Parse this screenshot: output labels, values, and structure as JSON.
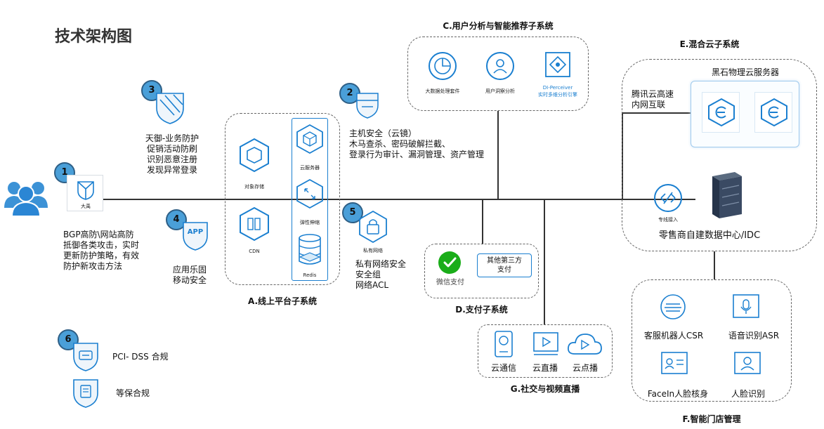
{
  "title": "技术架构图",
  "badges": [
    "1",
    "2",
    "3",
    "4",
    "5",
    "6"
  ],
  "left": {
    "dayu_label": "大禹",
    "dayu_desc": [
      "BGP高防\\网站高防",
      "抵御各类攻击，实时",
      "更新防护策略，有效",
      "防护新攻击方法"
    ],
    "tianyu_desc": [
      "天御-业务防护",
      "促销活动防刷",
      "识别恶意注册",
      "发现异常登录"
    ],
    "app_icon_text": "APP",
    "app_desc": [
      "应用乐固",
      "移动安全"
    ],
    "pci": "PCI- DSS 合规",
    "dengbao": "等保合规"
  },
  "platform": {
    "caption": "A.线上平台子系统",
    "object_storage": "对象存储",
    "cdn": "CDN",
    "cvm": "云服务器",
    "scaling": "弹性伸缩",
    "redis": "Redis"
  },
  "host_security": [
    "主机安全（云镜）",
    "木马查杀、密码破解拦截、",
    "登录行为审计、漏洞管理、资产管理"
  ],
  "private_net": {
    "icon_label": "私有网络",
    "desc": [
      "私有网络安全",
      "安全组",
      "网络ACL"
    ]
  },
  "analytics": {
    "caption": "C.用户分析与智能推荐子系统",
    "bigdata": "大数据处理套件",
    "insight": "用户洞察分析",
    "perceiver": "DI-Perceiver",
    "perceiver_sub": "实时多维分析引擎"
  },
  "payment": {
    "caption": "D.支付子系统",
    "wechat": "微信支付",
    "third_party": [
      "其他第三方",
      "支付"
    ]
  },
  "social": {
    "caption": "G.社交与视频直播",
    "im": "云通信",
    "live": "云直播",
    "vod": "云点播"
  },
  "hybrid": {
    "caption": "E.混合云子系统",
    "blackstone": "黑石物理云服务器",
    "tencent_link": [
      "腾讯云高速",
      "内网互联"
    ],
    "direct_connect": "专线接入",
    "idc": "零售商自建数据中心/IDC"
  },
  "store": {
    "caption": "F.智能门店管理",
    "csr": "客服机器人CSR",
    "asr": "语音识别ASR",
    "facein": "FaceIn人脸核身",
    "face": "人脸识别"
  },
  "colors": {
    "accent": "#1a7fd0",
    "badge": "#4a9fd8",
    "line": "#333333"
  }
}
